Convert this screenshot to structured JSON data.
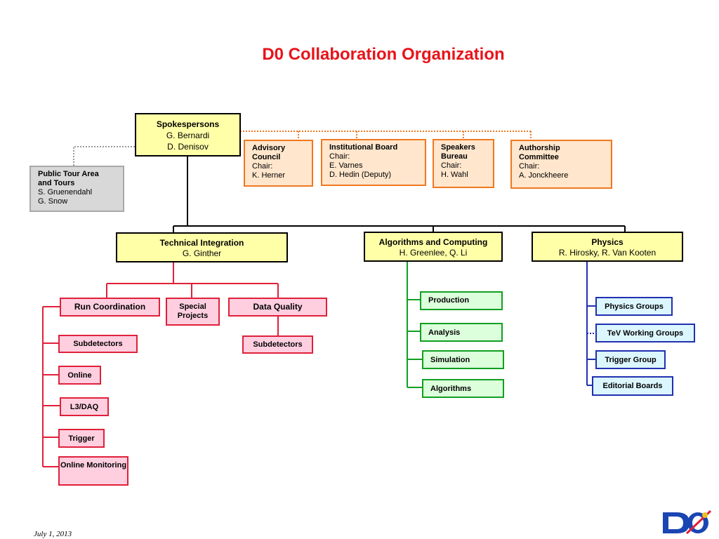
{
  "title": "D0 Collaboration Organization",
  "spokespersons": {
    "heading": "Spokespersons",
    "lines": [
      "G. Bernardi",
      "D. Denisov"
    ]
  },
  "public_tour": {
    "heading": [
      "Public Tour Area",
      "and Tours"
    ],
    "lines": [
      "S. Gruenendahl",
      "G. Snow"
    ]
  },
  "advisory": {
    "heading": [
      "Advisory",
      "Council"
    ],
    "lines": [
      "Chair:",
      "K. Herner"
    ]
  },
  "institutional": {
    "heading": [
      "Institutional Board"
    ],
    "lines": [
      "Chair:",
      "E. Varnes",
      "D. Hedin (Deputy)"
    ]
  },
  "speakers": {
    "heading": [
      "Speakers",
      "Bureau"
    ],
    "lines": [
      "Chair:",
      "H. Wahl"
    ]
  },
  "authorship": {
    "heading": [
      "Authorship",
      "Committee"
    ],
    "lines": [
      "Chair:",
      "A. Jonckheere"
    ]
  },
  "technical": {
    "heading": "Technical Integration",
    "lead": "G. Ginther"
  },
  "algorithms_computing": {
    "heading": "Algorithms and Computing",
    "lead": "H. Greenlee, Q. Li"
  },
  "physics": {
    "heading": "Physics",
    "lead": "R. Hirosky, R. Van Kooten"
  },
  "run_coordination": {
    "label": "Run Coordination",
    "children": [
      "Subdetectors",
      "Online",
      "L3/DAQ",
      "Trigger",
      "Online Monitoring"
    ]
  },
  "special_projects": {
    "label": "Special Projects"
  },
  "data_quality": {
    "label": "Data Quality",
    "children": [
      "Subdetectors"
    ]
  },
  "ac_children": [
    "Production",
    "Analysis",
    "Simulation",
    "Algorithms"
  ],
  "physics_children": [
    "Physics Groups",
    "TeV Working Groups",
    "Trigger Group",
    "Editorial Boards"
  ],
  "footer": {
    "date": "July 1, 2013"
  },
  "colors": {
    "title": "#e8141b",
    "orange": "#f07820",
    "red": "#e0203a",
    "green": "#10a020",
    "blue": "#2030b0"
  }
}
